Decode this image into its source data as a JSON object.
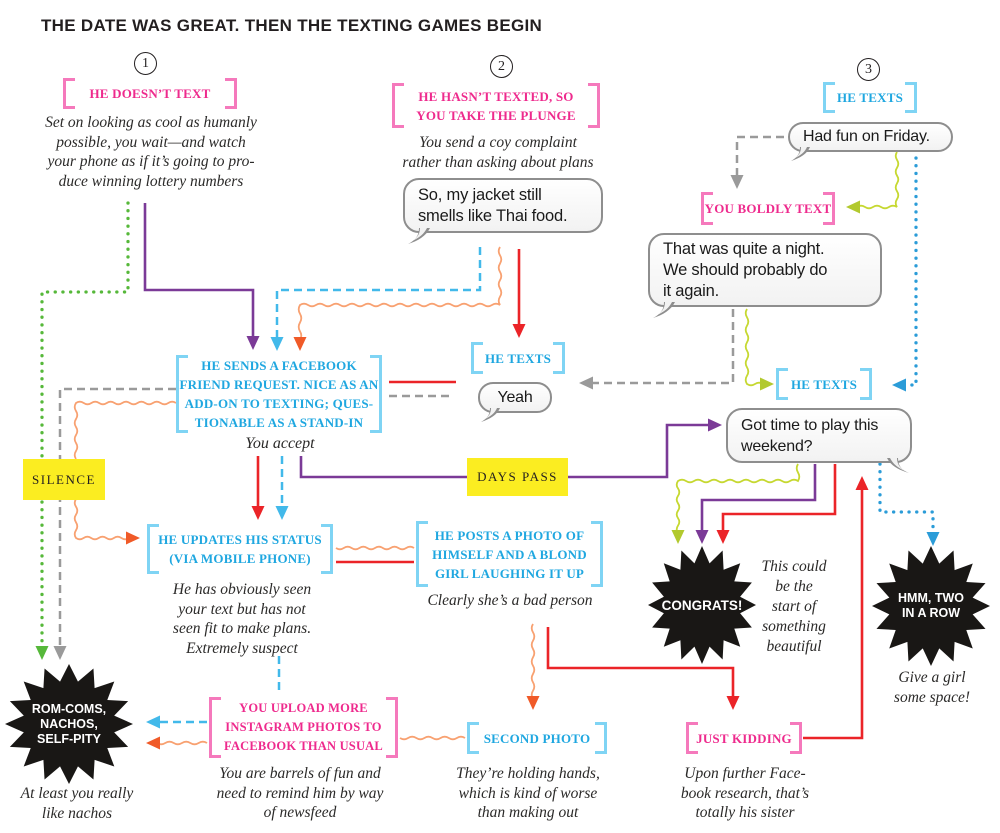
{
  "title": "THE DATE WAS GREAT. THEN THE TEXTING GAMES BEGIN",
  "steps": [
    "1",
    "2",
    "3"
  ],
  "brackets": {
    "step1": [
      "HE DOESN’T TEXT"
    ],
    "step2": [
      "HE HASN’T TEXTED, SO",
      "YOU TAKE THE PLUNGE"
    ],
    "step3": [
      "HE TEXTS"
    ],
    "boldly": [
      "YOU BOLDLY TEXT"
    ],
    "facebook": [
      "HE SENDS A FACEBOOK",
      "FRIEND REQUEST. NICE AS AN",
      "ADD-ON TO TEXTING; QUES-",
      "TIONABLE AS A STAND-IN"
    ],
    "hetexts_mid": [
      "HE TEXTS"
    ],
    "hetexts_right": [
      "HE TEXTS"
    ],
    "updates": [
      "HE UPDATES HIS STATUS",
      "(VIA MOBILE PHONE)"
    ],
    "posts": [
      "HE POSTS A PHOTO OF",
      "HIMSELF AND A BLOND",
      "GIRL LAUGHING IT UP"
    ],
    "upload": [
      "YOU UPLOAD MORE",
      "INSTAGRAM PHOTOS TO",
      "FACEBOOK THAN USUAL"
    ],
    "second": [
      "SECOND PHOTO"
    ],
    "kidding": [
      "JUST KIDDING"
    ]
  },
  "notes": {
    "wait": [
      "Set on looking as cool as humanly",
      "possible, you wait—and watch",
      "your phone as if it’s going to pro-",
      "duce winning lottery numbers"
    ],
    "coy": [
      "You send a coy complaint",
      "rather than asking about plans"
    ],
    "accept": [
      "You accept"
    ],
    "suspect": [
      "He has obviously seen",
      "your text but has not",
      "seen fit to make plans.",
      "Extremely suspect"
    ],
    "badperson": [
      "Clearly she’s a bad person"
    ],
    "could": [
      "This could",
      "be the",
      "start of",
      "something",
      "beautiful"
    ],
    "space": [
      "Give a girl",
      "some space!"
    ],
    "nachos": [
      "At least you really",
      "like nachos"
    ],
    "barrels": [
      "You are barrels of fun and",
      "need to remind him by way",
      "of newsfeed"
    ],
    "hands": [
      "They’re holding hands,",
      "which is kind of worse",
      "than making out"
    ],
    "sister": [
      "Upon further Face-",
      "book research, that’s",
      "totally his sister"
    ]
  },
  "bubbles": {
    "jacket": [
      "So, my jacket still",
      "smells like Thai food."
    ],
    "hadfun": [
      "Had fun on Friday."
    ],
    "night": [
      "That was quite a night.",
      "We should probably do",
      "it again."
    ],
    "yeah": [
      "Yeah"
    ],
    "gottime": [
      "Got time to play this",
      "weekend?"
    ]
  },
  "signs": {
    "silence": "SILENCE",
    "days_pass": "DAYS PASS"
  },
  "stars": {
    "congrats": [
      "CONGRATS!"
    ],
    "hmm": [
      "HMM, TWO",
      "IN A ROW"
    ],
    "rom": [
      "ROM-COMS,",
      "NACHOS,",
      "SELF-PITY"
    ]
  },
  "colors": {
    "pink": "#ee2a8d",
    "pink_bracket": "#f579bc",
    "cyan": "#1fa7e0",
    "cyan_bracket": "#7fd4f4",
    "yellow": "#fbed21",
    "ink": "#231f20",
    "star_black": "#191715",
    "purple": "#7b3a97",
    "red": "#eb2428",
    "gray": "#9a9a9a",
    "green_dot": "#56b83a",
    "lime": "#c6d831",
    "lime_head": "#b2c92e",
    "blue_dot": "#2b9cd8",
    "blue_dash": "#42b9ea",
    "orange_wavy": "#f8a171",
    "orange_head": "#f05a28"
  }
}
